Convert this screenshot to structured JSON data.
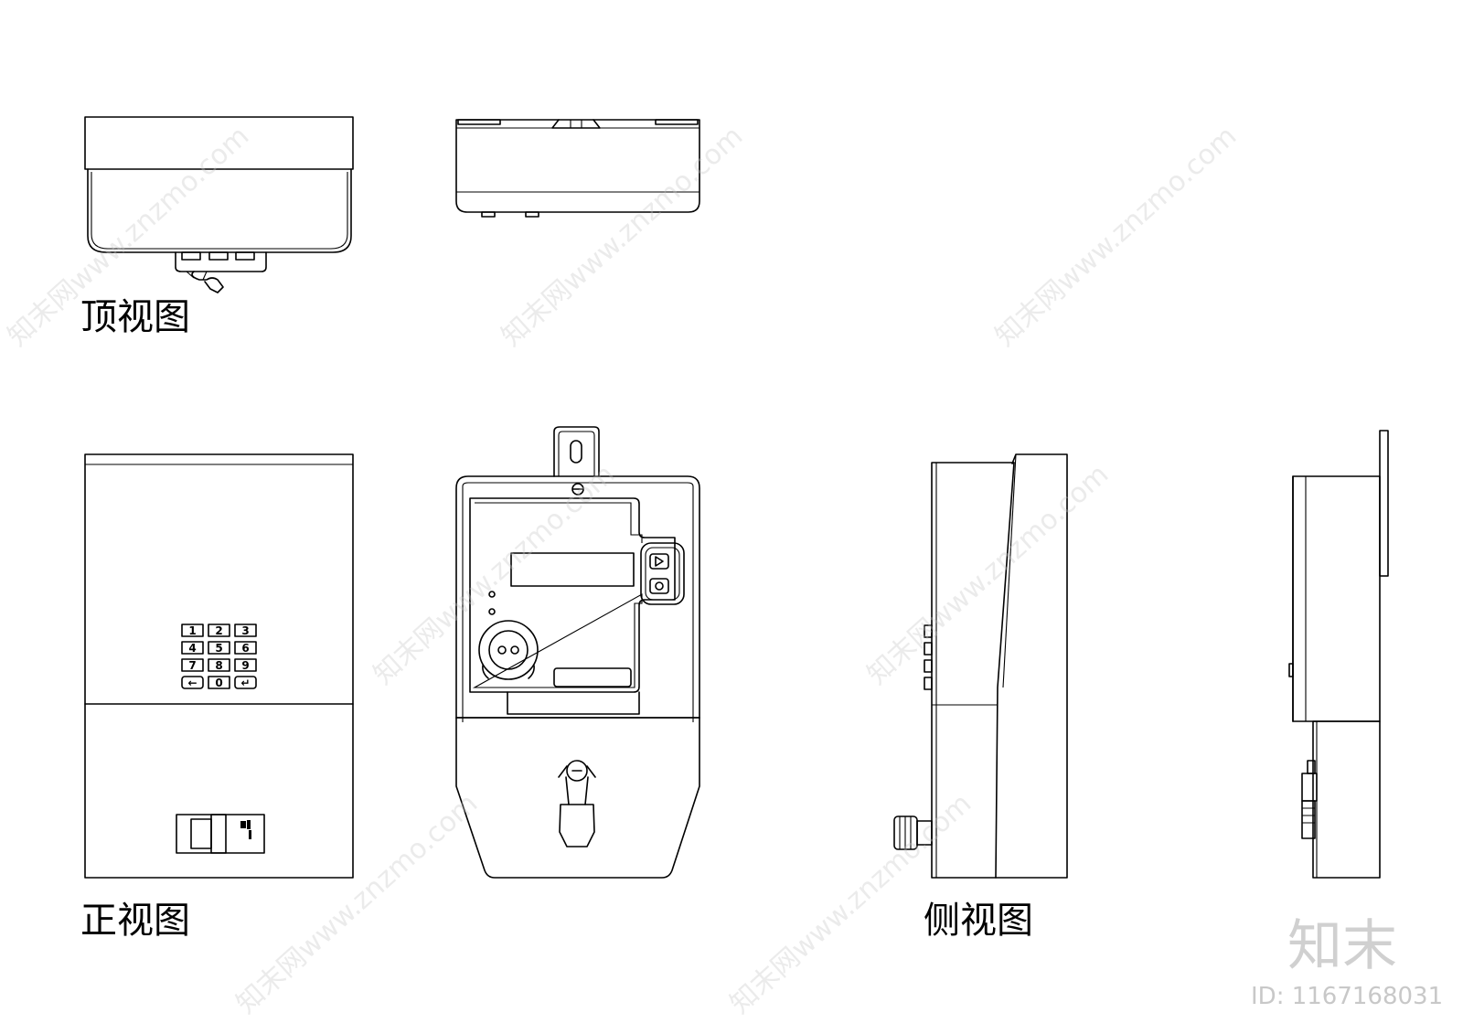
{
  "labels": {
    "top_view": "顶视图",
    "front_view": "正视图",
    "side_view": "侧视图"
  },
  "keypad": {
    "keys": [
      "1",
      "2",
      "3",
      "4",
      "5",
      "6",
      "7",
      "8",
      "9",
      "←",
      "0",
      "↵"
    ]
  },
  "watermark": {
    "site": "知末网www.znzmo.com",
    "logo": "知末",
    "id": "ID: 1167168031"
  }
}
